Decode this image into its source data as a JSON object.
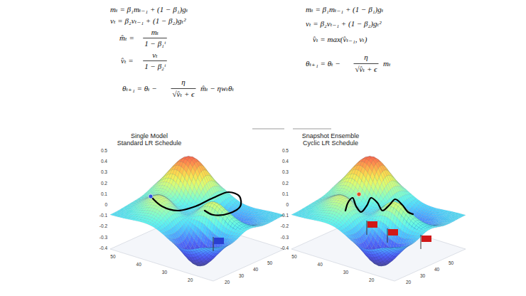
{
  "diagram": {
    "labels": [
      "mₜ = β₁mₜ₋₁ + (1 − β₁)gₜ",
      "vₜ = β₂vₜ₋₁ + (1 − β₂)gₜ²",
      "m̂ₜ =",
      "mₜ",
      "1 − β₁ᵗ",
      "v̂ₜ =",
      "vₜ",
      "1 − β₂ᵗ",
      "θₜ₊₁ = θₜ −",
      "η",
      "√v̂ₜ + ϵ",
      "m̂ₜ − ηwₜθₜ",
      "mₜ = β₁mₜ₋₁ + (1 − β₁)gₜ",
      "vₜ = β₂vₜ₋₁ + (1 − β₂)gₜ²",
      "v̂ₜ = max(v̂ₜ₋₁, vₜ)",
      "θₜ₊₁ = θₜ −",
      "η",
      "√v̂ₜ + ϵ",
      "mₜ",
      "Single Model",
      "Standard LR Schedule",
      "Snapshot Ensemble",
      "Cyclic LR Schedule",
      "0.5",
      "0.4",
      "0.3",
      "0.2",
      "0.1",
      "0",
      "-0.1",
      "-0.2",
      "-0.3",
      "-0.4",
      "0.5",
      "0.4",
      "0.3",
      "0.2",
      "0.1",
      "0",
      "-0.1",
      "-0.2",
      "-0.3",
      "-0.4",
      "50",
      "40",
      "30",
      "20",
      "20",
      "30",
      "40",
      "50",
      "50",
      "40",
      "30",
      "20",
      "20",
      "30",
      "40",
      "50"
    ]
  }
}
